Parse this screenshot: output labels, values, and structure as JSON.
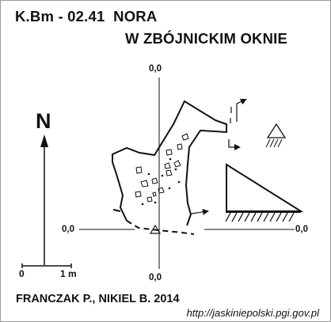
{
  "title": {
    "code": "K.Bm - 02.41",
    "name_line1": "NORA",
    "name_line2": "W ZBÓJNICKIM OKNIE"
  },
  "axis_labels": {
    "top": "0,0",
    "left": "0,0",
    "right": "0,0",
    "bottom": "0,0"
  },
  "north_label": "N",
  "scale": {
    "start": "0",
    "end": "1 m"
  },
  "authors": "FRANCZAK P., NIKIEL B. 2014",
  "url": "http://jaskiniepolski.pgi.gov.pl",
  "colors": {
    "ink": "#111111",
    "background": "#ffffff"
  }
}
